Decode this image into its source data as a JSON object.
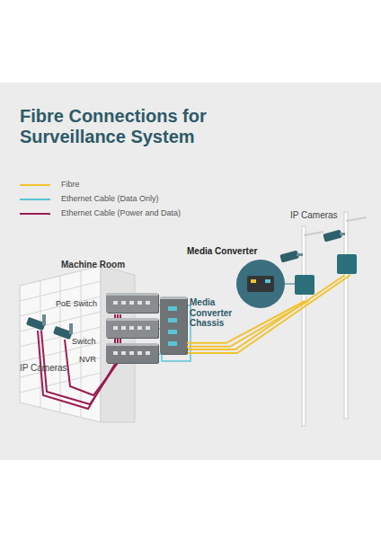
{
  "diagram": {
    "title": "Fibre Connections for Surveillance System",
    "nodes": [
      {
        "text": [
          "Machine Room"
        ]
      },
      {
        "text": [
          "PoE Switch"
        ],
        "in": 0
      },
      {
        "text": [
          "Switch"
        ],
        "in": 0
      },
      {
        "text": [
          "NVR"
        ],
        "in": 0
      },
      {
        "text": [
          "Media Converter Chassis"
        ],
        "in": 0
      },
      {
        "text": [
          "Media Converter"
        ]
      }
    ],
    "edges": [
      {
        "from": 4,
        "to": 5,
        "arrow": "none"
      }
    ],
    "labels": [
      "IP Cameras",
      "IP Cameras"
    ],
    "legend": [
      {
        "text": "Fibre"
      },
      {
        "text": "Ethernet Cable (Data Only)"
      },
      {
        "text": "Ethernet Cable (Power and Data)"
      }
    ]
  }
}
